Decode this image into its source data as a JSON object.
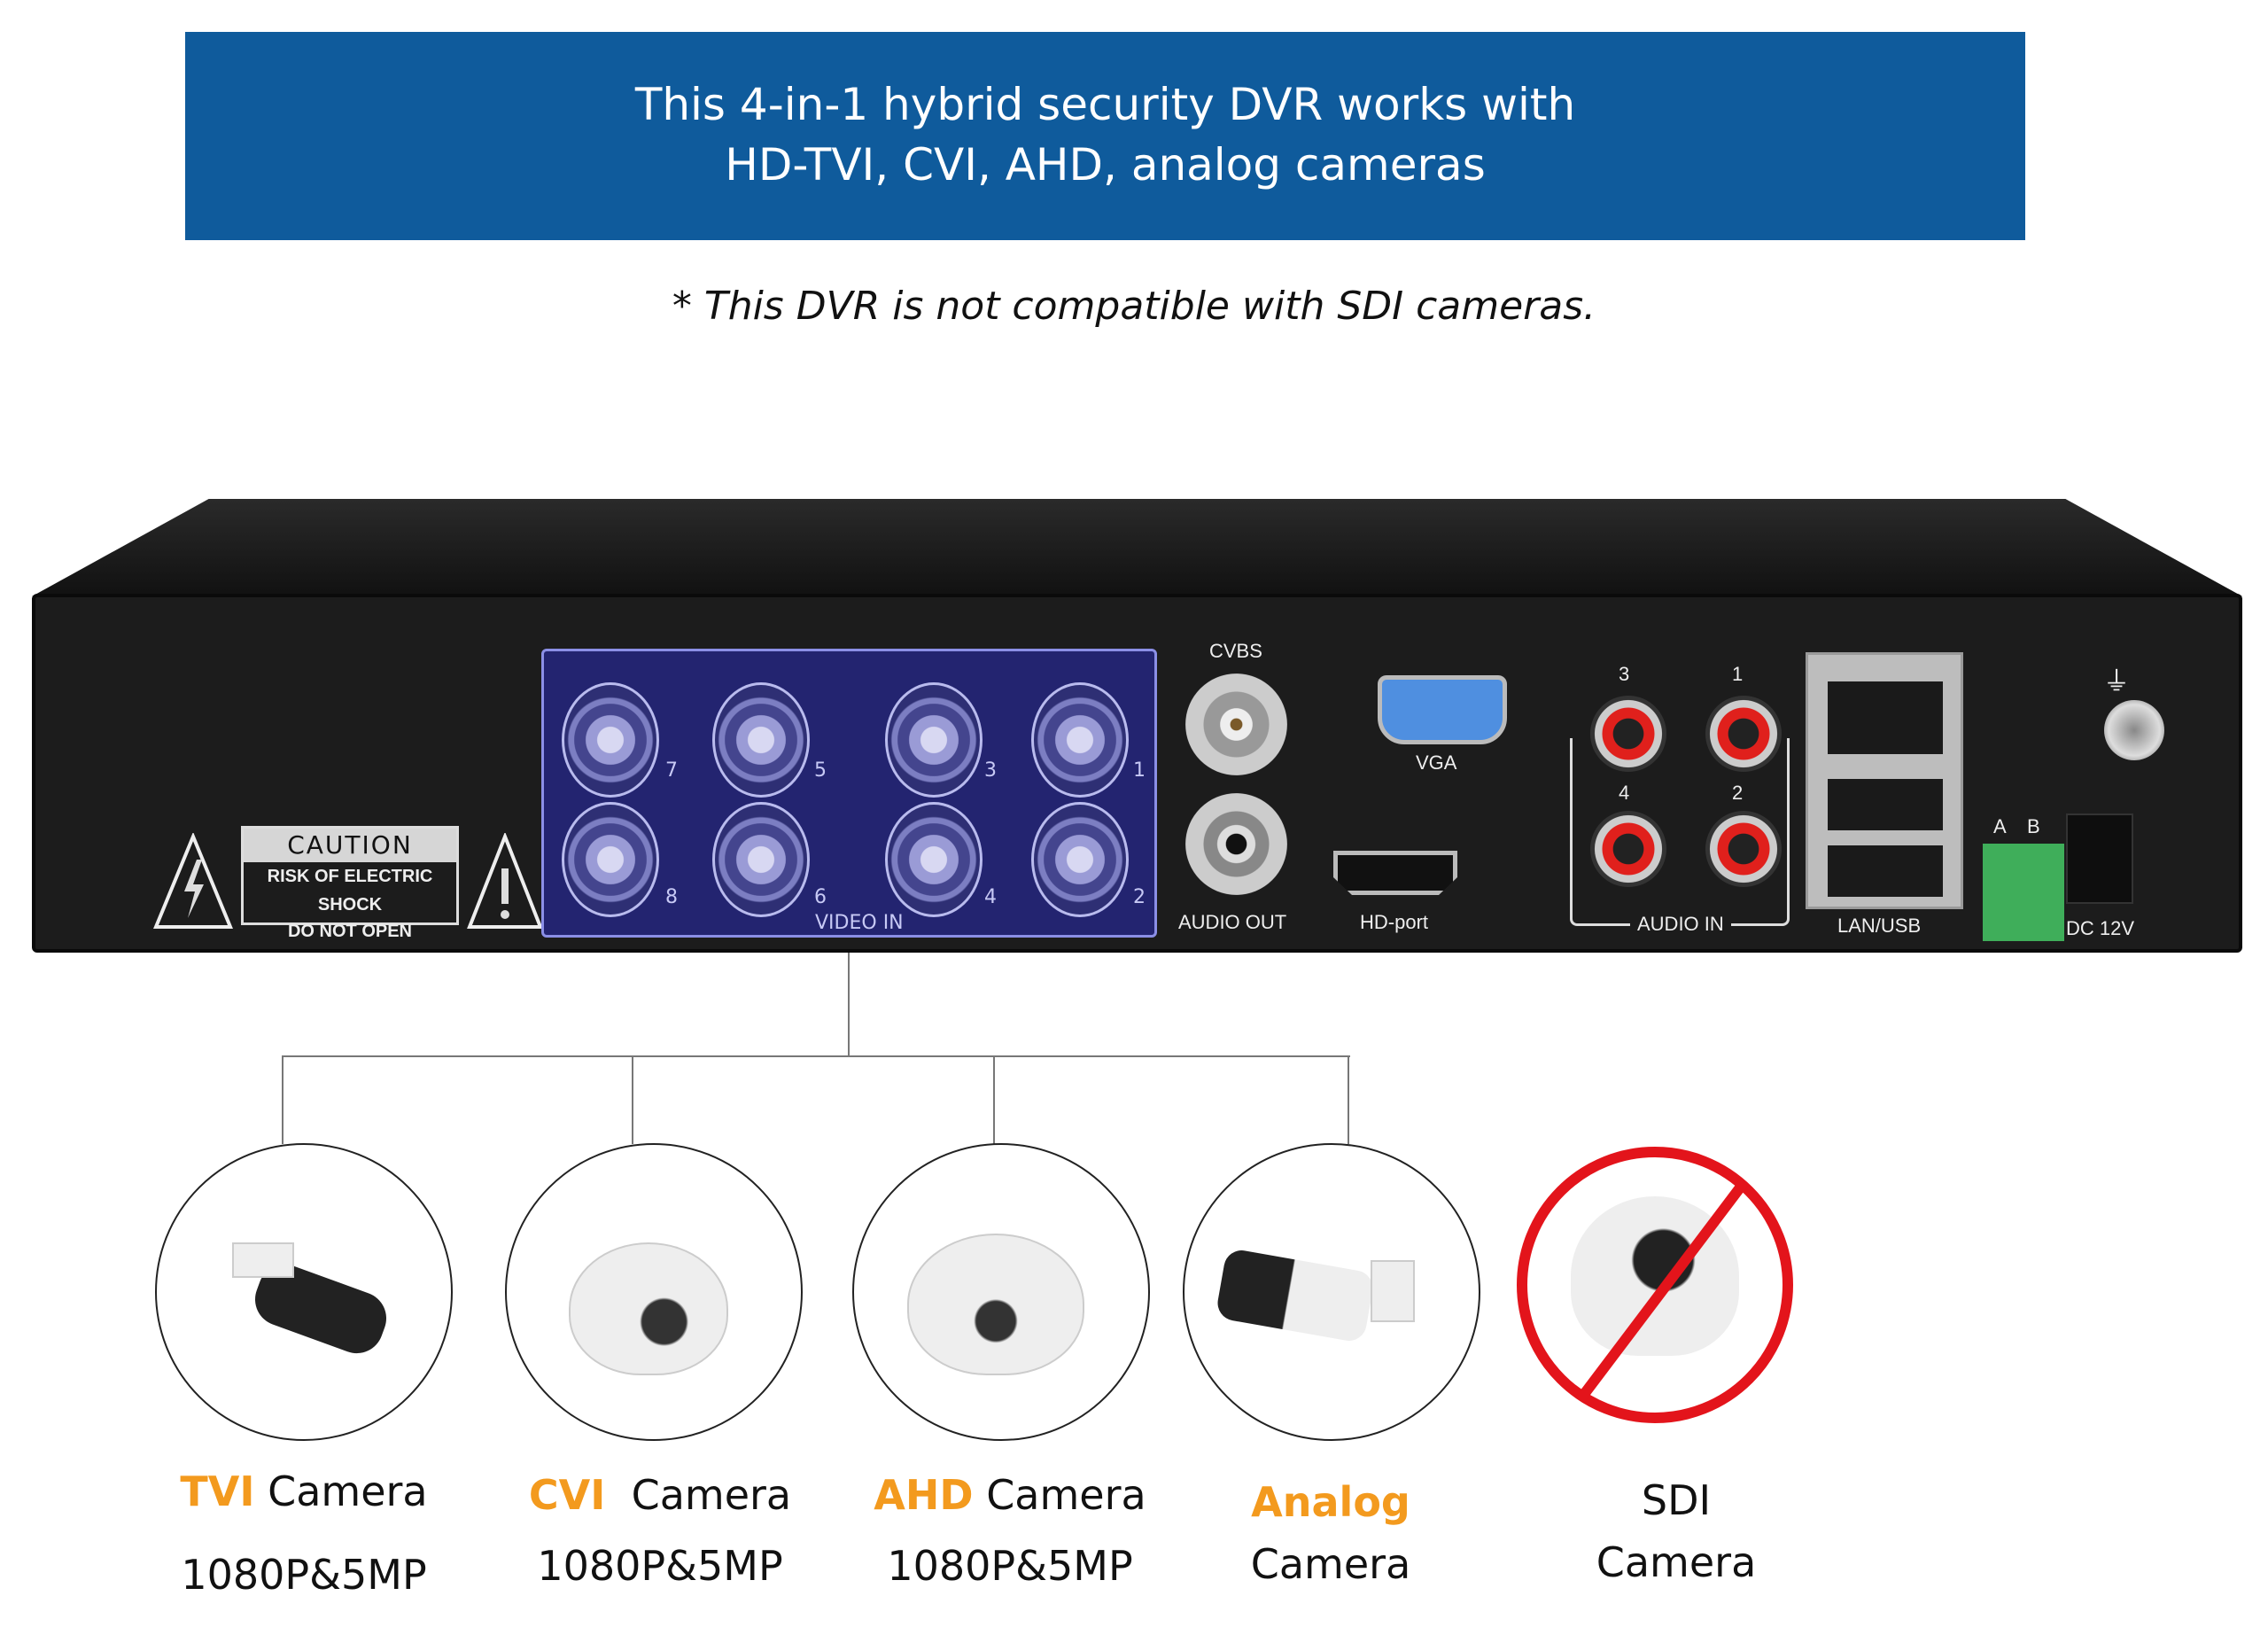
{
  "banner": {
    "line1": "This 4-in-1 hybrid security DVR works with",
    "line2": "HD-TVI, CVI, AHD, analog cameras",
    "color": "#0f5b9c"
  },
  "note": "* This DVR is not compatible with SDI cameras.",
  "dvr": {
    "caution": {
      "title": "CAUTION",
      "line1": "RISK OF ELECTRIC SHOCK",
      "line2": "DO NOT OPEN"
    },
    "video_in": {
      "label": "VIDEO IN",
      "top_row": [
        "7",
        "5",
        "3",
        "1"
      ],
      "bottom_row": [
        "8",
        "6",
        "4",
        "2"
      ]
    },
    "cvbs": "CVBS",
    "audio_out": "AUDIO OUT",
    "vga": "VGA",
    "hd_port": "HD-port",
    "audio_in": {
      "label": "AUDIO IN",
      "channels": [
        "3",
        "1",
        "4",
        "2"
      ]
    },
    "lan_usb": "LAN/USB",
    "rs485": {
      "a": "A",
      "b": "B"
    },
    "dc": "DC 12V"
  },
  "cameras": [
    {
      "type": "TVI",
      "suffix": "Camera",
      "spec": "1080P&5MP",
      "supported": true
    },
    {
      "type": "CVI",
      "suffix": "Camera",
      "spec": "1080P&5MP",
      "supported": true
    },
    {
      "type": "AHD",
      "suffix": "Camera",
      "spec": "1080P&5MP",
      "supported": true
    },
    {
      "type": "Analog",
      "suffix": "Camera",
      "spec": "",
      "supported": true
    },
    {
      "type": "SDI",
      "suffix": "Camera",
      "spec": "",
      "supported": false
    }
  ],
  "colors": {
    "accent": "#f39a1e",
    "prohibited": "#e3141b"
  }
}
